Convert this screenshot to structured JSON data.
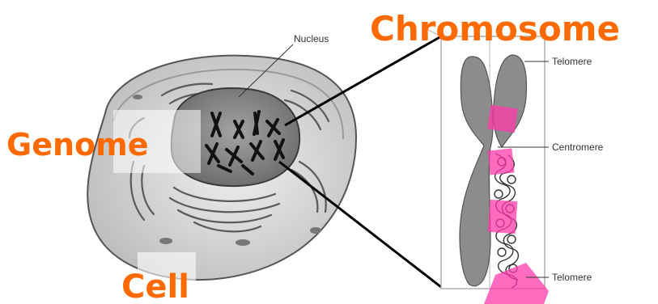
{
  "labels": {
    "nucleus": "Nucleus",
    "telomere_top": "Telomere",
    "centromere": "Centromere",
    "telomere_bottom": "Telomere",
    "chromosome": "Chromosome",
    "genome": "Genome",
    "cell": "Cell"
  },
  "colors": {
    "accent_text": "#ff6a00",
    "highlight": "#ff3aa8",
    "cell_fill": "#d9d9d9",
    "nucleus_fill": "#7a7a7a",
    "chromosome_fill": "#8a8a8a"
  }
}
